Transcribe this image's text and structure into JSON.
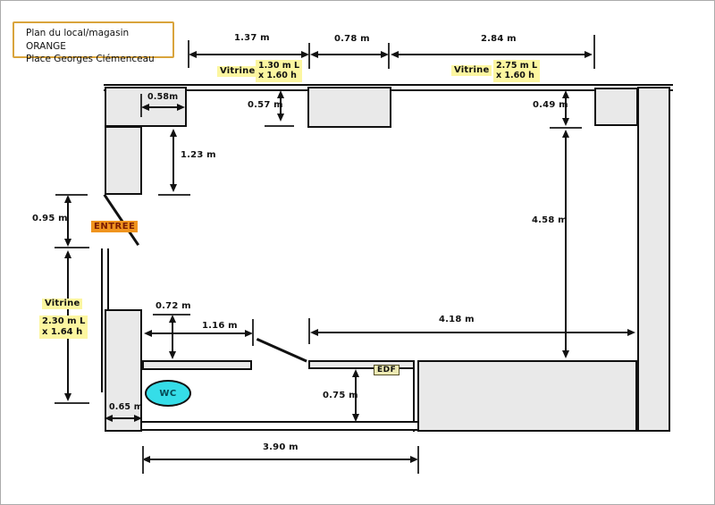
{
  "title": {
    "line1": "Plan du local/magasin ORANGE",
    "line2": "Place Georges Clémenceau"
  },
  "rooms": {
    "entree_label": "ENTREE",
    "wc_label": "WC",
    "edf_label": "EDF"
  },
  "vitrines": {
    "top_left": {
      "label": "Vitrine",
      "dims_line1": "1.30 m L",
      "dims_line2": "x 1.60 h"
    },
    "top_right": {
      "label": "Vitrine",
      "dims_line1": "2.75 m L",
      "dims_line2": "x 1.60 h"
    },
    "left": {
      "label": "Vitrine",
      "dims_line1": "2.30 m L",
      "dims_line2": "x 1.64 h"
    }
  },
  "dimensions": {
    "top_span_1": "1.37 m",
    "top_span_2": "0.78 m",
    "top_span_3": "2.84 m",
    "block_width": "0.58m",
    "recess_depth": "0.57 m",
    "left_block_height": "1.23 m",
    "right_recess": "0.49 m",
    "right_height": "4.58 m",
    "entrance_width": "0.95 m",
    "counter_gap": "0.72 m",
    "passage_width": "1.16 m",
    "column_width": "0.65 m",
    "corridor_height": "0.75 m",
    "room_width": "4.18 m",
    "bottom_width": "3.90 m"
  },
  "colors": {
    "highlight_yellow": "#fcf6a0",
    "entree_bg": "#f0941e",
    "entree_text": "#7a1c04",
    "wc_fill": "#35dde8",
    "edf_bg": "#ece9b2",
    "block_fill": "#e9e9e9",
    "line": "#111111",
    "title_border": "#d9a43c"
  }
}
